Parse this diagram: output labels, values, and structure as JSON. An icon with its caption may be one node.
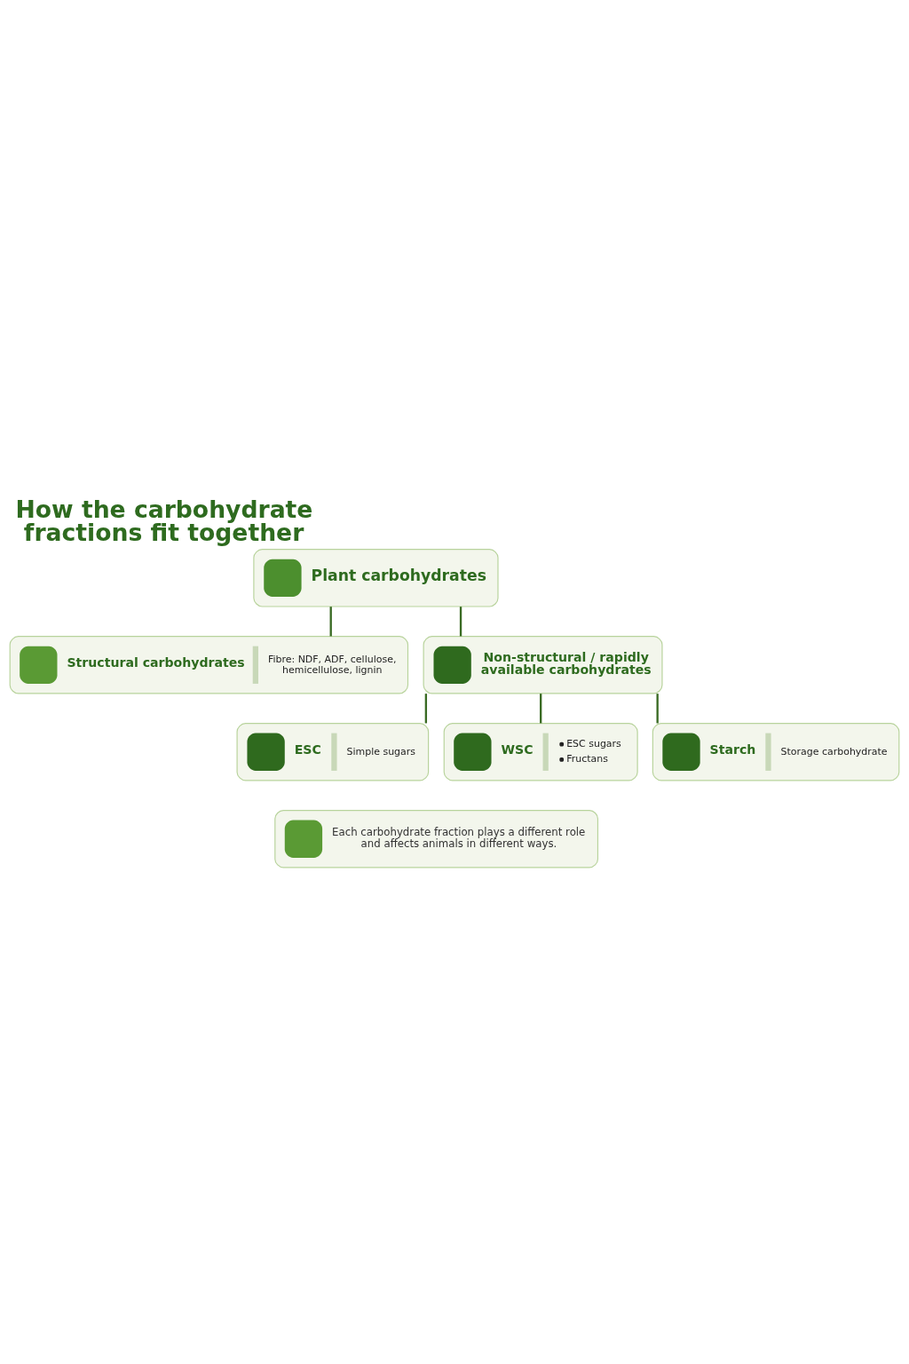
{
  "diagram": {
    "title": "How the carbohydrate fractions fit together",
    "nodes": [
      {
        "text": [
          "Plant carbohydrates"
        ]
      },
      {
        "text": [
          "Structural carbohydrates",
          "Fibre: NDF, ADF, cellulose, hemicellulose, lignin"
        ]
      },
      {
        "text": [
          "Non-structural / rapidly available carbohydrates"
        ]
      },
      {
        "text": [
          "ESC",
          "Simple sugars"
        ]
      },
      {
        "text": [
          "WSC",
          "ESC sugars",
          "Fructans"
        ]
      },
      {
        "text": [
          "Starch",
          "Storage carbohydrate"
        ]
      },
      {
        "text": [
          "Each carbohydrate fraction plays a different role and affects animals in different ways."
        ]
      }
    ],
    "edges": [
      {
        "from": 0,
        "to": 1,
        "arrow": "none"
      },
      {
        "from": 0,
        "to": 2,
        "arrow": "none"
      },
      {
        "from": 2,
        "to": 3,
        "arrow": "none"
      },
      {
        "from": 2,
        "to": 4,
        "arrow": "none"
      },
      {
        "from": 2,
        "to": 5,
        "arrow": "none"
      }
    ]
  }
}
